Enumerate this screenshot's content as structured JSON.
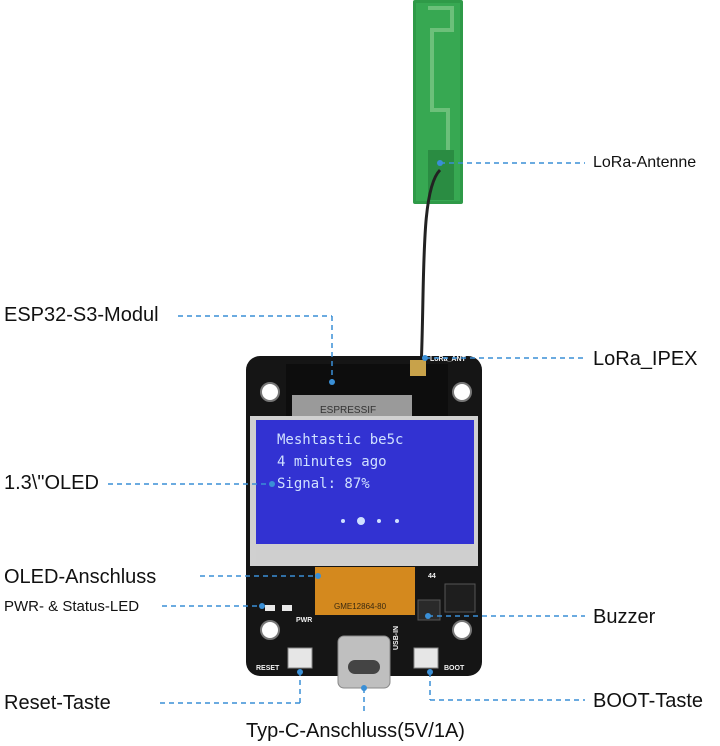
{
  "colors": {
    "leader_line": "#3a8fd6",
    "antenna_green": "#2f9a48",
    "pcb_black": "#151515",
    "oled_blue": "#3232d2",
    "oled_text": "#cfe0ff",
    "fpc_orange": "#d4891e"
  },
  "labels": {
    "lora_antenne": "LoRa-Antenne",
    "esp32_modul": "ESP32-S3-Modul",
    "lora_ipex": "LoRa_IPEX",
    "oled": "1.3\\\"OLED",
    "oled_anschluss": "OLED-Anschluss",
    "pwr_status_led": "PWR- & Status-LED",
    "buzzer": "Buzzer",
    "reset_taste": "Reset-Taste",
    "boot_taste": "BOOT-Taste",
    "typc_anschluss": "Typ-C-Anschluss(5V/1A)"
  },
  "oled_screen": {
    "line1": "Meshtastic be5c",
    "line2": "4 minutes ago",
    "line3": "Signal: 87%",
    "page_dots": 4,
    "active_dot": 2
  },
  "board_silkscreen": {
    "lora_ant": "LoRa_ANT",
    "espressif": "ESPRESSIF",
    "oled_cable": "GME12864-80",
    "reset": "RESET",
    "boot": "BOOT",
    "pwr": "PWR",
    "usb_in": "USB-IN",
    "marker": "44"
  },
  "icons": [
    "ipex-connector-icon",
    "usb-c-port-icon",
    "tactile-button-icon",
    "led-icon",
    "buzzer-chip-icon"
  ]
}
